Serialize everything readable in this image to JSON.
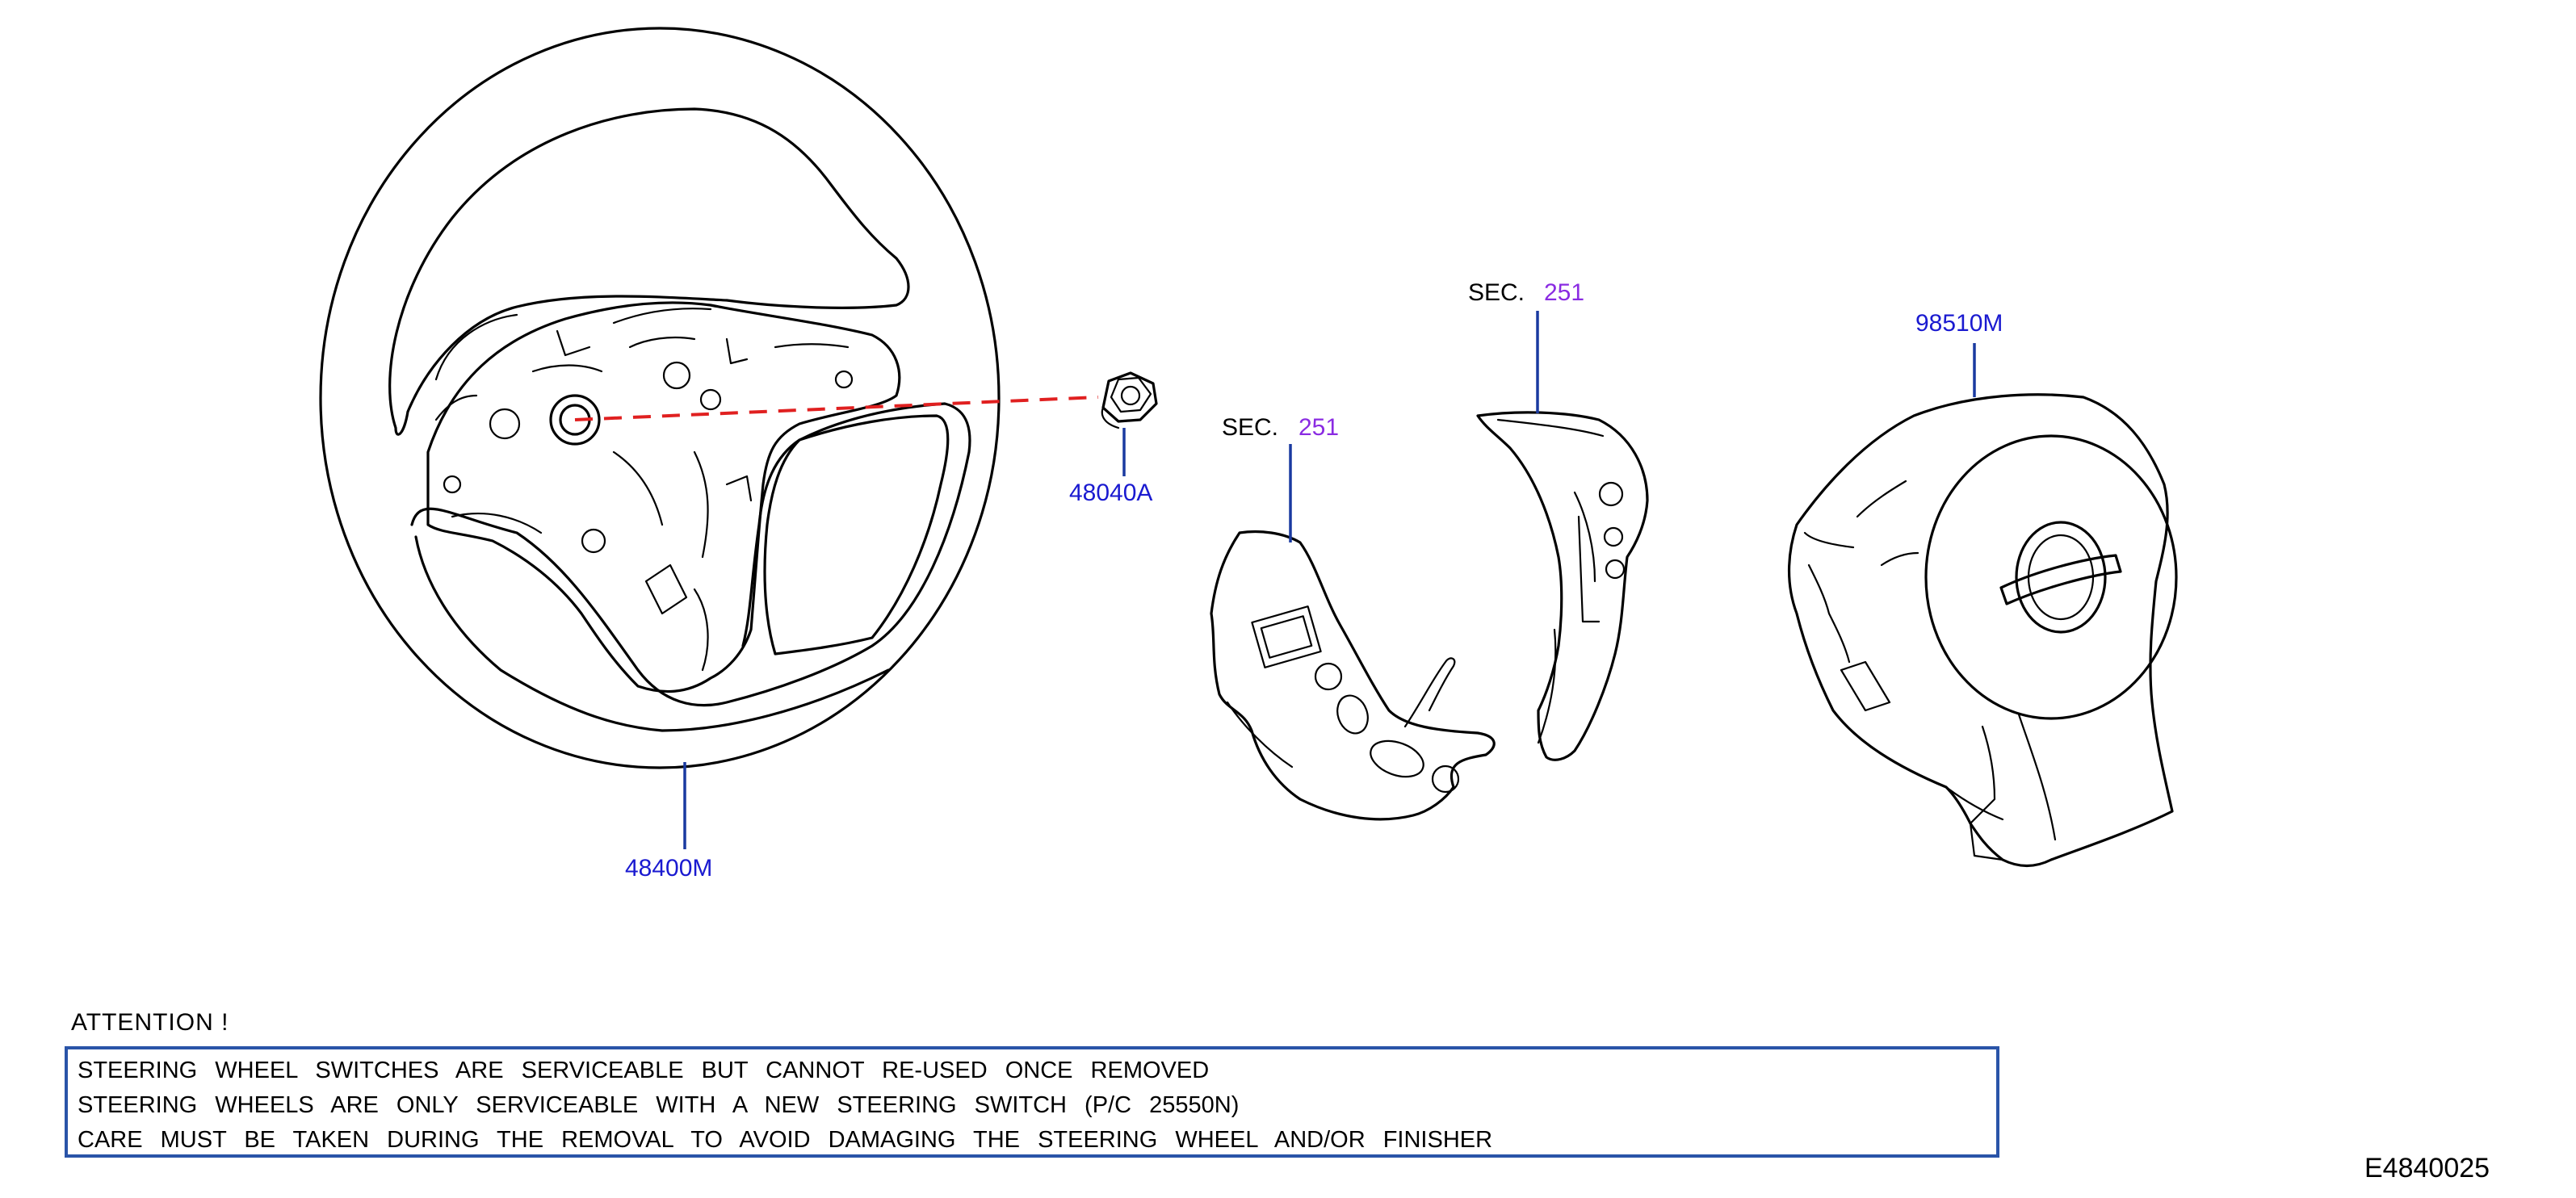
{
  "parts": {
    "steering_wheel": "48400M",
    "nut": "48040A",
    "airbag_module": "98510M"
  },
  "section_refs": [
    {
      "prefix": "SEC.",
      "number": "251"
    },
    {
      "prefix": "SEC.",
      "number": "251"
    }
  ],
  "notice": {
    "title": "ATTENTION  !",
    "lines": [
      "STEERING WHEEL SWITCHES ARE SERVICEABLE BUT CANNOT RE-USED ONCE REMOVED",
      "STEERING WHEELS ARE ONLY SERVICEABLE WITH A NEW STEERING SWITCH (P/C 25550N)",
      "CARE MUST BE TAKEN DURING THE REMOVAL TO AVOID DAMAGING THE STEERING WHEEL AND/OR FINISHER"
    ]
  },
  "figure_id": "E4840025",
  "colors": {
    "part_number": "#1a1ad0",
    "section_number": "#8a2be2",
    "leader_line": "#1a3aa0",
    "notice_border": "#2a54a8",
    "dashed_axis": "#e02020"
  }
}
